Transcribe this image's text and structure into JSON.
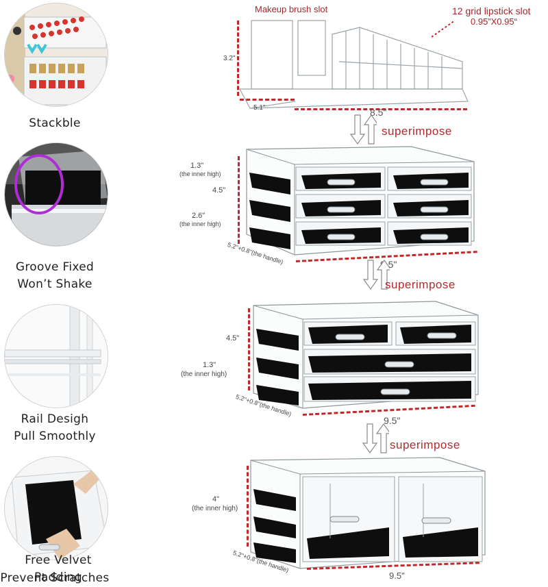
{
  "features": [
    {
      "label_line1": "Stackble",
      "label_line2": "",
      "icon": "stacked-organizer-photo"
    },
    {
      "label_line1": "Groove Fixed",
      "label_line2": "Won’t Shake",
      "icon": "groove-closeup-photo"
    },
    {
      "label_line1": "Rail Desigh",
      "label_line2": "Pull Smoothly",
      "icon": "rail-closeup-photo"
    },
    {
      "label_line1": "Free Velvet Padding",
      "label_line2": "Prevent Scratches",
      "icon": "velvet-padding-photo"
    }
  ],
  "top_section": {
    "brush_slot_label": "Makeup brush slot",
    "lipstick_label_line1": "12 grid lipstick slot",
    "lipstick_label_line2": "0.95”X0.95“",
    "height": "3.2\"",
    "depth": "5.1\"",
    "width": "8.5\""
  },
  "superimpose_label": "superimpose",
  "tier2": {
    "inner_high_top": "1.3\"",
    "inner_high_top_note": "(the inner high)",
    "height": "4.5\"",
    "inner_high_bottom": "2.6\"",
    "inner_high_bottom_note": "(the inner high)",
    "depth": "5.2\"+0.8\"(the handle)",
    "width": "9.5\""
  },
  "tier3": {
    "height": "4.5\"",
    "inner_high": "1.3\"",
    "inner_high_note": "(the inner high)",
    "depth": "5.2\"+0.8\"(the handle)",
    "width": "9.5\""
  },
  "tier4": {
    "inner_high": "4\"",
    "inner_high_note": "(the inner high)",
    "depth": "5.2\"+0.8\"(the handle)",
    "width": "9.5\""
  },
  "colors": {
    "accent": "#a8262a",
    "dash": "#c0282a",
    "velvet": "#111111"
  }
}
